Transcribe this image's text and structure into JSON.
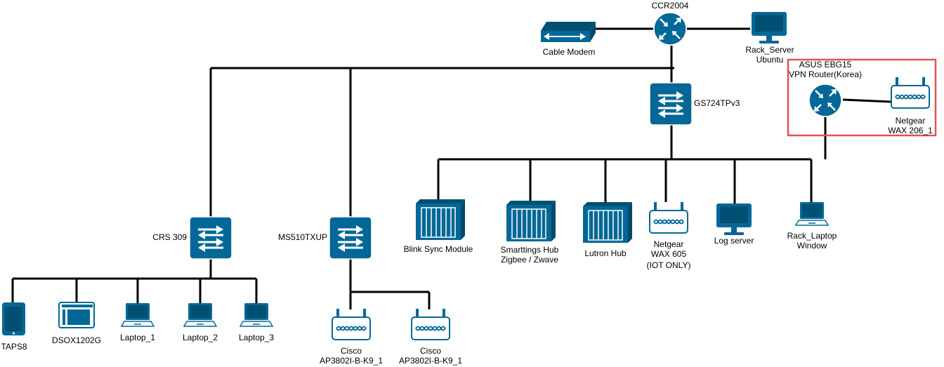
{
  "colors": {
    "device": "#036897",
    "device_dark": "#005073",
    "wire": "#000000",
    "highlight_box": "#E05252"
  },
  "devices": {
    "ccr2004": {
      "label": "CCR2004",
      "icon": "router-icon"
    },
    "cable_modem": {
      "label": "Cable Modem",
      "icon": "modem-icon"
    },
    "rack_server": {
      "line1": "Rack_Server",
      "line2": "Ubuntu",
      "icon": "workstation-icon"
    },
    "gs724": {
      "label": "GS724TPv3",
      "icon": "switch-icon"
    },
    "asus": {
      "line1": "ASUS EBG15",
      "line2": "VPN Router(Korea)",
      "icon": "router-icon"
    },
    "netgear206": {
      "line1": "Netgear",
      "line2": "WAX 206_1",
      "icon": "access-point-icon"
    },
    "crs309": {
      "label": "CRS 309",
      "icon": "switch-icon"
    },
    "ms510": {
      "label": "MS510TXUP",
      "icon": "switch-icon"
    },
    "blink": {
      "label": "Blink Sync Module",
      "icon": "hub-icon"
    },
    "smartthings": {
      "line1": "Smarttings Hub",
      "line2": "Zigbee / Zwave",
      "icon": "hub-icon"
    },
    "lutron": {
      "label": "Lutron Hub",
      "icon": "hub-icon"
    },
    "netgear605": {
      "line1": "Netgear",
      "line2": "WAX 605",
      "line3": "(IOT ONLY)",
      "icon": "access-point-icon"
    },
    "logserver": {
      "label": "Log server",
      "icon": "workstation-icon"
    },
    "racklaptop": {
      "line1": "Rack_Laptop",
      "line2": "Window",
      "icon": "laptop-icon"
    },
    "taps8": {
      "label": "TAPS8",
      "icon": "tablet-icon"
    },
    "dsox": {
      "label": "DSOX1202G",
      "icon": "oscilloscope-icon"
    },
    "laptop1": {
      "label": "Laptop_1",
      "icon": "laptop-icon"
    },
    "laptop2": {
      "label": "Laptop_2",
      "icon": "laptop-icon"
    },
    "laptop3": {
      "label": "Laptop_3",
      "icon": "laptop-icon"
    },
    "ap1": {
      "line1": "Cisco",
      "line2": "AP3802I-B-K9_1",
      "icon": "access-point-icon"
    },
    "ap2": {
      "line1": "Cisco",
      "line2": "AP3802I-B-K9_1",
      "icon": "access-point-icon"
    }
  }
}
